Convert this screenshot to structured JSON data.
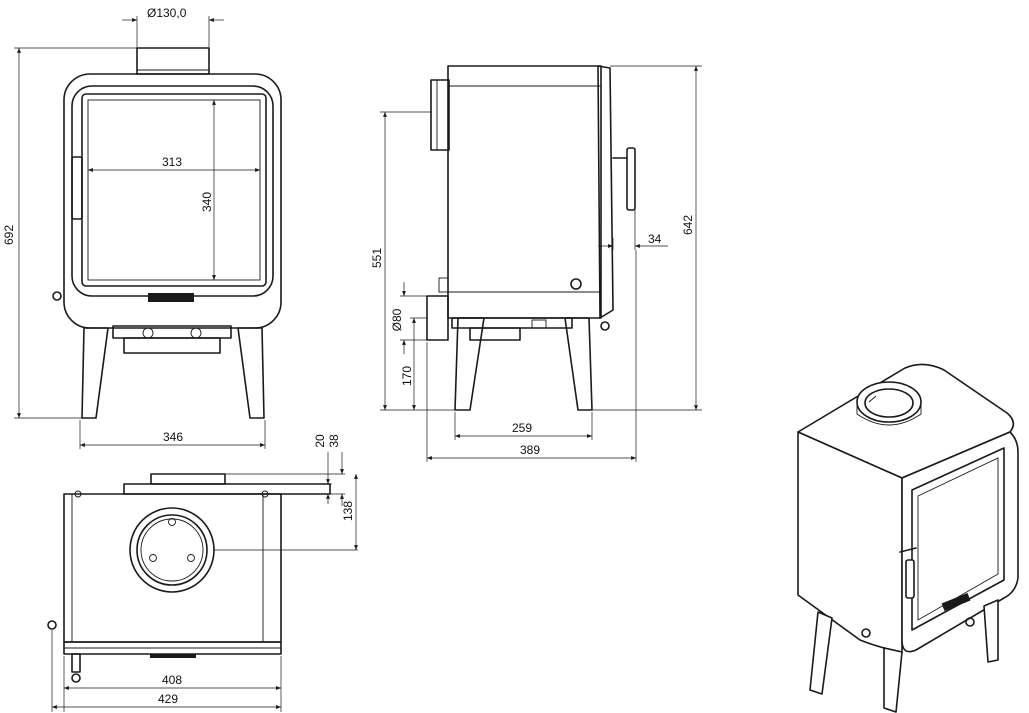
{
  "front_view": {
    "flue_diameter": "Ø130,0",
    "height_total": "692",
    "glass_width": "313",
    "glass_height": "340",
    "width": "346"
  },
  "side_view": {
    "height_to_flue": "551",
    "height_total": "642",
    "handle_offset": "34",
    "air_inlet_diameter": "Ø80",
    "air_inlet_height": "170",
    "legs_span": "259",
    "depth": "389"
  },
  "top_view": {
    "dim_20": "20",
    "dim_38": "38",
    "dim_138": "138",
    "inner_width": "408",
    "outer_width": "429"
  }
}
